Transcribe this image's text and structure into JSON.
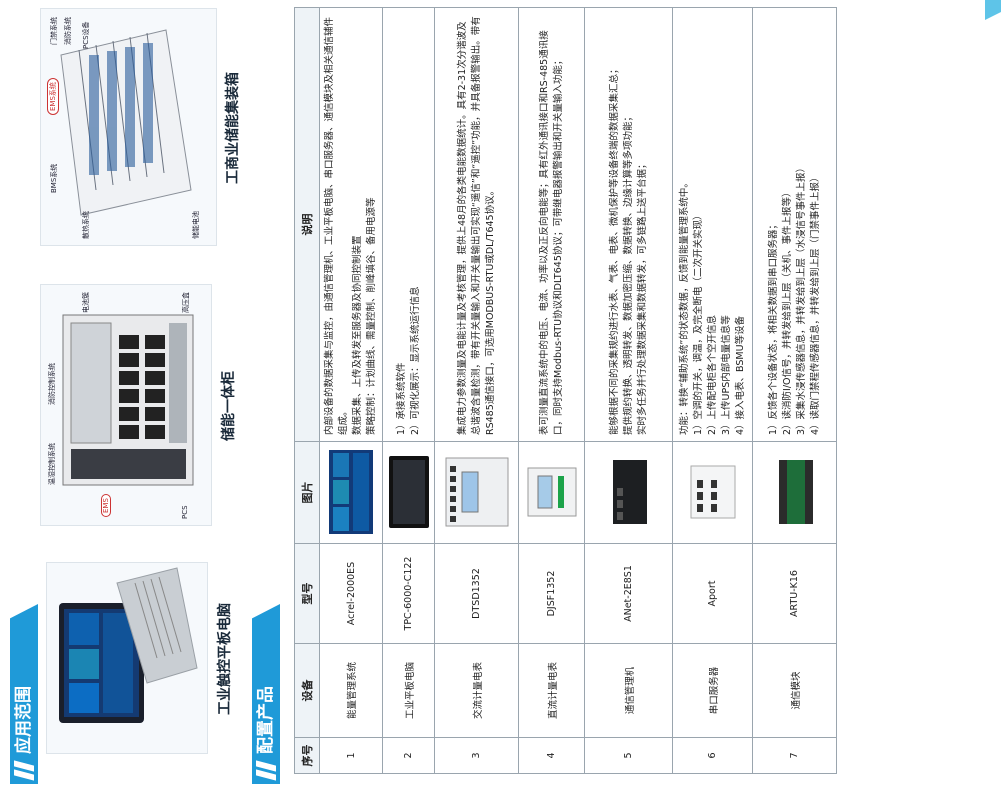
{
  "sections": {
    "app": "应用范围",
    "config": "配置产品"
  },
  "apps": [
    {
      "caption": "工业触控平板电脑"
    },
    {
      "caption": "储能一体柜",
      "labels": [
        "PCS",
        "EMS",
        "温湿控制系统",
        "消防控制系统",
        "电池簇",
        "高压盒"
      ]
    },
    {
      "caption": "工商业储能集装箱",
      "labels": [
        "EMS系统",
        "门禁系统",
        "消防系统",
        "PCS设备",
        "BMS系统",
        "散热系统",
        "储能电池"
      ]
    }
  ],
  "table": {
    "headers": [
      "序号",
      "设备",
      "型号",
      "图片",
      "说明"
    ],
    "rows": [
      {
        "no": "1",
        "device": "能量管理系统",
        "model": "Acrel-2000ES",
        "pic": "ems-screenshot-image",
        "desc": [
          "内部设备的数据采集与监控，由通信管理机、工业平板电脑、串口服务器、通信模块及相关通信辅件组成。",
          "数据采集、上传及转发至服务器及协同控制装置",
          "策略控制：计划曲线、需量控制、削峰填谷、备用电源等"
        ]
      },
      {
        "no": "2",
        "device": "工业平板电脑",
        "model": "TPC-6000-C122",
        "pic": "tablet-image",
        "desc": [
          "1）承接系统软件",
          "2）可视化展示：显示系统运行信息"
        ]
      },
      {
        "no": "3",
        "device": "交流计量电表",
        "model": "DTSD1352",
        "pic": "ac-meter-image",
        "desc": [
          "集成电力参数测量及电能计量及考核管理，提供上48月的各类电能数据统计。具有2-31次分谐波及总谐波含量检测，带有开关量输入和开关量输出可实现“遥信”和“遥控”功能，并具备报警输出。带有RS485通信接口，可选用MODBUS-RTU或DL/T645协议。"
        ]
      },
      {
        "no": "4",
        "device": "直流计量电表",
        "model": "DJSF1352",
        "pic": "dc-meter-image",
        "desc": [
          "表可测量直流系统中的电压、电流、功率以及正反向电能等；具有红外通讯接口和RS-485通讯接口，同时支持Modbus-RTU协议和DLT645协议；可带继电器报警输出和开关量输入功能；"
        ]
      },
      {
        "no": "5",
        "device": "通信管理机",
        "model": "ANet-2E8S1",
        "pic": "gateway-image",
        "desc": [
          "能够根据不同的采集规约进行水表、气表、电表、微机保护等设备终端的数据采集汇总；",
          "提供规约转换、透明转发、数据加密压缩、数据转换、边缘计算等多项功能；",
          "实时多任务并行处理数据采集和数据转发，可多链路上送平台据；"
        ]
      },
      {
        "no": "6",
        "device": "串口服务器",
        "model": "Aport",
        "pic": "serial-server-image",
        "desc": [
          "功能：转换“辅助系统”的状态数据，反馈到能量管理系统中。",
          "1）空调的开关，调温，及完全断电（二次开关实现）",
          "2）上传配电柜各个空开信息",
          "3）上传UPS内部电量信息等",
          "4）接入电表、BSMU等设备"
        ]
      },
      {
        "no": "7",
        "device": "通信模块",
        "model": "ARTU-K16",
        "pic": "io-module-image",
        "desc": [
          "1）反馈各个设备状态，将相关数据到串口服务器；",
          "2）读消防I/O信号，并转发给到上层（关机、事件上报等）",
          "3）采集水浸传感器信息，并转发给到上层（水浸信号事件上报）",
          "4）读取门禁程传感器信息，并转发给到上层（门禁事件上报）"
        ]
      }
    ]
  }
}
